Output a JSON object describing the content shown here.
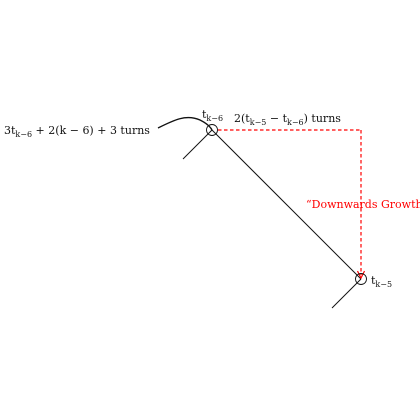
{
  "diagram": {
    "labels": {
      "left_turns": {
        "parts": [
          {
            "text": "3t",
            "sub": false
          },
          {
            "text": "k−6",
            "sub": true
          },
          {
            "text": " + 2(k − 6) + 3 turns",
            "sub": false
          }
        ]
      },
      "node_top": {
        "parts": [
          {
            "text": "t",
            "sub": false
          },
          {
            "text": "k−6",
            "sub": true
          }
        ]
      },
      "top_turns": {
        "parts": [
          {
            "text": "2(t",
            "sub": false
          },
          {
            "text": "k−5",
            "sub": true
          },
          {
            "text": " − t",
            "sub": false
          },
          {
            "text": "k−6",
            "sub": true
          },
          {
            "text": ") turns",
            "sub": false
          }
        ]
      },
      "node_bottom": {
        "parts": [
          {
            "text": "t",
            "sub": false
          },
          {
            "text": "k−5",
            "sub": true
          }
        ]
      },
      "downwards_growth": "“Downwards Growth”"
    },
    "colors": {
      "ink": "#111111",
      "accent": "#ff0000"
    }
  }
}
